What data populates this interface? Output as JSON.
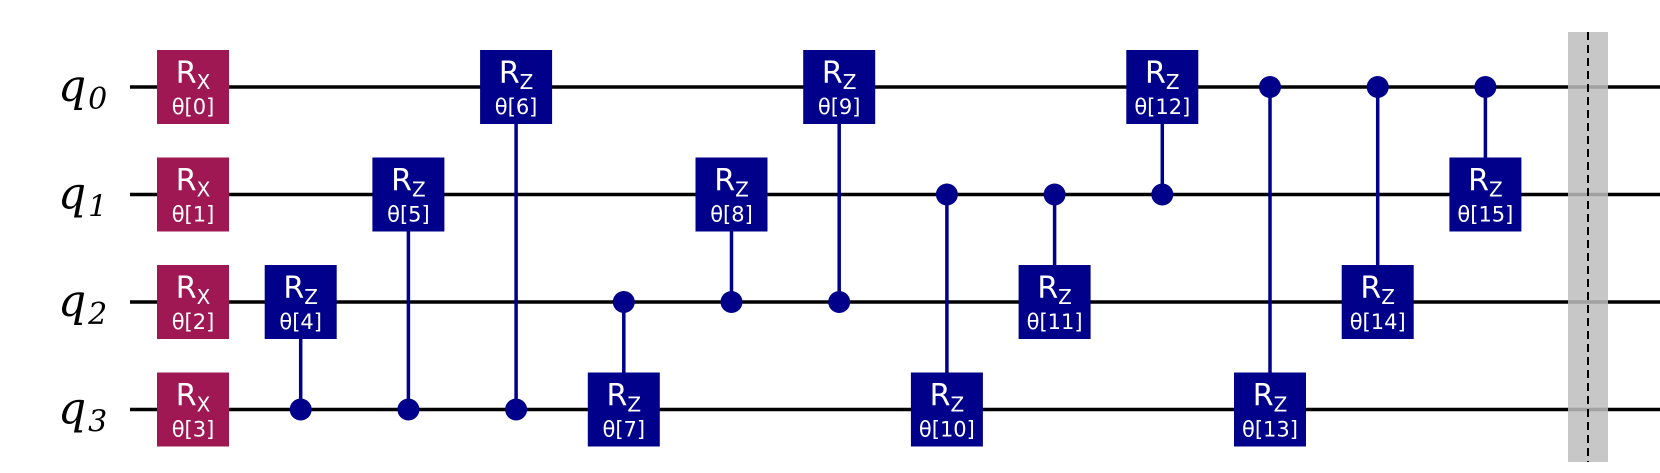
{
  "qubits": [
    {
      "name": "q",
      "index": "0"
    },
    {
      "name": "q",
      "index": "1"
    },
    {
      "name": "q",
      "index": "2"
    },
    {
      "name": "q",
      "index": "3"
    }
  ],
  "colors": {
    "rx_gate": "#9F1853",
    "rz_gate": "#00008B",
    "wire": "#000000",
    "barrier": "#BDBDBD",
    "gate_text": "#ffffff"
  },
  "gates": [
    {
      "type": "RX",
      "name": "R",
      "sub": "X",
      "param": "θ[0]",
      "target": 0,
      "column": 0
    },
    {
      "type": "RX",
      "name": "R",
      "sub": "X",
      "param": "θ[1]",
      "target": 1,
      "column": 0
    },
    {
      "type": "RX",
      "name": "R",
      "sub": "X",
      "param": "θ[2]",
      "target": 2,
      "column": 0
    },
    {
      "type": "RX",
      "name": "R",
      "sub": "X",
      "param": "θ[3]",
      "target": 3,
      "column": 0
    },
    {
      "type": "CRZ",
      "name": "R",
      "sub": "Z",
      "param": "θ[4]",
      "control": 3,
      "target": 2,
      "column": 1
    },
    {
      "type": "CRZ",
      "name": "R",
      "sub": "Z",
      "param": "θ[5]",
      "control": 3,
      "target": 1,
      "column": 2
    },
    {
      "type": "CRZ",
      "name": "R",
      "sub": "Z",
      "param": "θ[6]",
      "control": 3,
      "target": 0,
      "column": 3
    },
    {
      "type": "CRZ",
      "name": "R",
      "sub": "Z",
      "param": "θ[7]",
      "control": 2,
      "target": 3,
      "column": 4
    },
    {
      "type": "CRZ",
      "name": "R",
      "sub": "Z",
      "param": "θ[8]",
      "control": 2,
      "target": 1,
      "column": 5
    },
    {
      "type": "CRZ",
      "name": "R",
      "sub": "Z",
      "param": "θ[9]",
      "control": 2,
      "target": 0,
      "column": 6
    },
    {
      "type": "CRZ",
      "name": "R",
      "sub": "Z",
      "param": "θ[10]",
      "control": 1,
      "target": 3,
      "column": 7
    },
    {
      "type": "CRZ",
      "name": "R",
      "sub": "Z",
      "param": "θ[11]",
      "control": 1,
      "target": 2,
      "column": 8
    },
    {
      "type": "CRZ",
      "name": "R",
      "sub": "Z",
      "param": "θ[12]",
      "control": 1,
      "target": 0,
      "column": 9
    },
    {
      "type": "CRZ",
      "name": "R",
      "sub": "Z",
      "param": "θ[13]",
      "control": 0,
      "target": 3,
      "column": 10
    },
    {
      "type": "CRZ",
      "name": "R",
      "sub": "Z",
      "param": "θ[14]",
      "control": 0,
      "target": 2,
      "column": 11
    },
    {
      "type": "CRZ",
      "name": "R",
      "sub": "Z",
      "param": "θ[15]",
      "control": 0,
      "target": 1,
      "column": 12
    }
  ],
  "barrier": {
    "present": true,
    "after_column": 12
  }
}
